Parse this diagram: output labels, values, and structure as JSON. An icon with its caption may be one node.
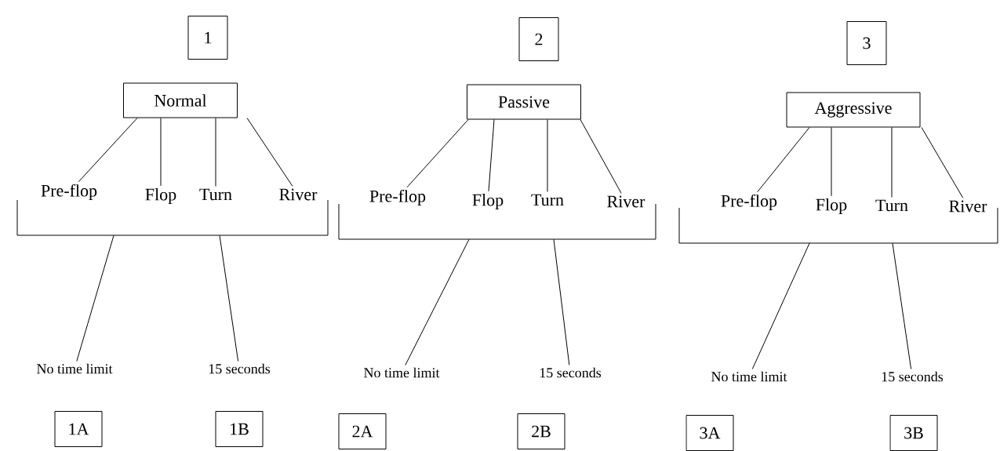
{
  "diagram": {
    "nodes": [
      {
        "text": [
          "1"
        ]
      },
      {
        "text": [
          "Normal"
        ]
      },
      {
        "text": [],
        "shape": "bracket"
      },
      {
        "text": [
          "Pre-flop"
        ]
      },
      {
        "text": [
          "Flop"
        ]
      },
      {
        "text": [
          "Turn"
        ]
      },
      {
        "text": [
          "River"
        ]
      },
      {
        "text": [
          "No time limit"
        ]
      },
      {
        "text": [
          "15 seconds"
        ]
      },
      {
        "text": [
          "1A"
        ]
      },
      {
        "text": [
          "1B"
        ]
      },
      {
        "text": [
          "2"
        ]
      },
      {
        "text": [
          "Passive"
        ]
      },
      {
        "text": [],
        "shape": "bracket"
      },
      {
        "text": [
          "Pre-flop"
        ]
      },
      {
        "text": [
          "Flop"
        ]
      },
      {
        "text": [
          "Turn"
        ]
      },
      {
        "text": [
          "River"
        ]
      },
      {
        "text": [
          "No time limit"
        ]
      },
      {
        "text": [
          "15 seconds"
        ]
      },
      {
        "text": [
          "2A"
        ]
      },
      {
        "text": [
          "2B"
        ]
      },
      {
        "text": [
          "3"
        ]
      },
      {
        "text": [
          "Aggressive"
        ]
      },
      {
        "text": [],
        "shape": "bracket"
      },
      {
        "text": [
          "Pre-flop"
        ]
      },
      {
        "text": [
          "Flop"
        ]
      },
      {
        "text": [
          "Turn"
        ]
      },
      {
        "text": [
          "River"
        ]
      },
      {
        "text": [
          "No time limit"
        ]
      },
      {
        "text": [
          "15 seconds"
        ]
      },
      {
        "text": [
          "3A"
        ]
      },
      {
        "text": [
          "3B"
        ]
      }
    ],
    "edges": [
      {
        "from": 1,
        "to": 3,
        "arrow": "none"
      },
      {
        "from": 1,
        "to": 4,
        "arrow": "none"
      },
      {
        "from": 1,
        "to": 5,
        "arrow": "none"
      },
      {
        "from": 1,
        "to": 6,
        "arrow": "none"
      },
      {
        "from": 2,
        "to": 7,
        "arrow": "none"
      },
      {
        "from": 2,
        "to": 8,
        "arrow": "none"
      },
      {
        "from": 12,
        "to": 14,
        "arrow": "none"
      },
      {
        "from": 12,
        "to": 15,
        "arrow": "none"
      },
      {
        "from": 12,
        "to": 16,
        "arrow": "none"
      },
      {
        "from": 12,
        "to": 17,
        "arrow": "none"
      },
      {
        "from": 13,
        "to": 18,
        "arrow": "none"
      },
      {
        "from": 13,
        "to": 19,
        "arrow": "none"
      },
      {
        "from": 23,
        "to": 25,
        "arrow": "none"
      },
      {
        "from": 23,
        "to": 26,
        "arrow": "none"
      },
      {
        "from": 23,
        "to": 27,
        "arrow": "none"
      },
      {
        "from": 23,
        "to": 28,
        "arrow": "none"
      },
      {
        "from": 24,
        "to": 29,
        "arrow": "none"
      },
      {
        "from": 24,
        "to": 30,
        "arrow": "none"
      }
    ]
  }
}
